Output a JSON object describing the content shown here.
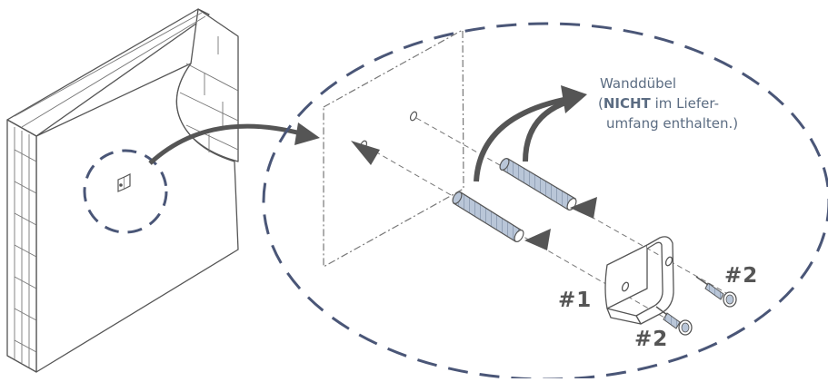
{
  "callout": {
    "title": "Wanddübel",
    "line2_open": "(",
    "line2_bold": "NICHT",
    "line2_rest": " im Liefer-",
    "line3": "umfang enthalten.)"
  },
  "labels": {
    "part1": "#1",
    "part2_right": "#2",
    "part2_bottom": "#2"
  },
  "colors": {
    "dash_circle": "#4a5677",
    "line": "#555555",
    "text": "#5b6c82",
    "dowel": "#b9c6d8"
  }
}
